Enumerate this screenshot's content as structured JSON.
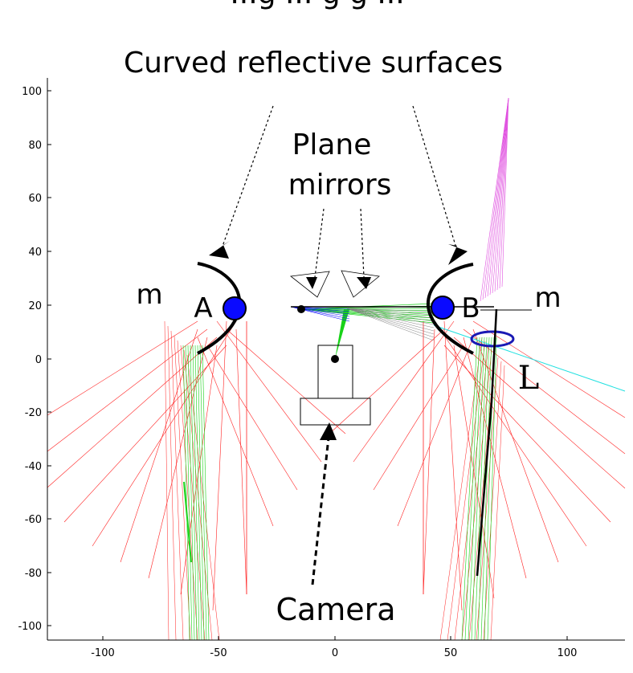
{
  "header": {
    "partial_title": "...g ... g g ..."
  },
  "annotations": {
    "curved_surfaces": "Curved reflective surfaces",
    "plane": "Plane",
    "mirrors": "mirrors",
    "camera": "Camera",
    "m_left": "m",
    "m_right": "m",
    "label_a": "A",
    "label_b": "B",
    "label_l": "L"
  },
  "axes": {
    "x_ticks": [
      "-100",
      "-50",
      "0",
      "50",
      "100"
    ],
    "y_ticks": [
      "100",
      "80",
      "60",
      "40",
      "20",
      "0",
      "-20",
      "-40",
      "-60",
      "-80",
      "-100"
    ]
  },
  "colors": {
    "red_rays": "#ff2020",
    "green_rays": "#19d219",
    "magenta_rays": "#e050e0",
    "cyan_ray": "#20e0e0",
    "blue_markers": "#0a0aff",
    "dark_blue_lens": "#1a1ab4",
    "gray_rays": "#808080",
    "black": "#000000"
  }
}
